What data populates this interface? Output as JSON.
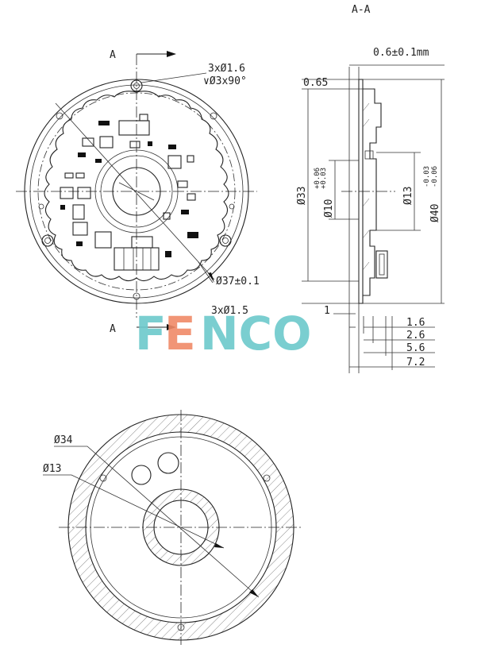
{
  "section_title": "A-A",
  "section_marker": "A",
  "top_view": {
    "holes_label": "3xØ1.6",
    "countersink_label": "∨Ø3x90°",
    "pcd_label": "Ø37±0.1",
    "bottom_holes_label": "3xØ1.5"
  },
  "side_view": {
    "thickness_label": "0.6±0.1mm",
    "step_label": "0.65",
    "d33_label": "Ø33",
    "d10_label": "Ø10",
    "d10_tol_upper": "+0.06",
    "d10_tol_lower": "+0.03",
    "d13_label": "Ø13",
    "d40_label": "Ø40",
    "d40_tol_upper": "-0.03",
    "d40_tol_lower": "-0.06",
    "gap_label": "1",
    "w1_label": "1.6",
    "w2_label": "2.6",
    "w3_label": "5.6",
    "w4_label": "7.2"
  },
  "bottom_view": {
    "d34_label": "Ø34",
    "d13_label": "Ø13"
  },
  "watermark": {
    "text_left": "F",
    "text_mid": "E",
    "text_right": "NCO",
    "color_main": "#6cc9cc",
    "color_accent": "#f08a68"
  }
}
